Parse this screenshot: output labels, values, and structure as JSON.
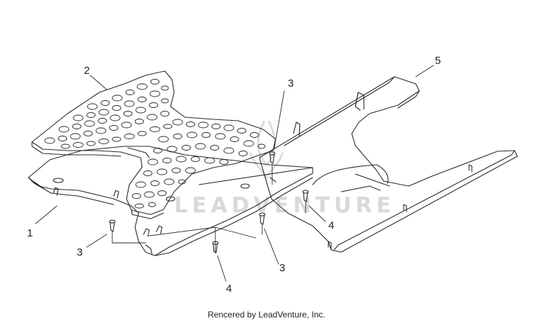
{
  "diagram": {
    "callouts": [
      "1",
      "2",
      "3",
      "3",
      "3",
      "4",
      "4",
      "5"
    ],
    "watermark": "LEADVENTURE",
    "footer": "Rencered by LeadVenture, Inc."
  }
}
